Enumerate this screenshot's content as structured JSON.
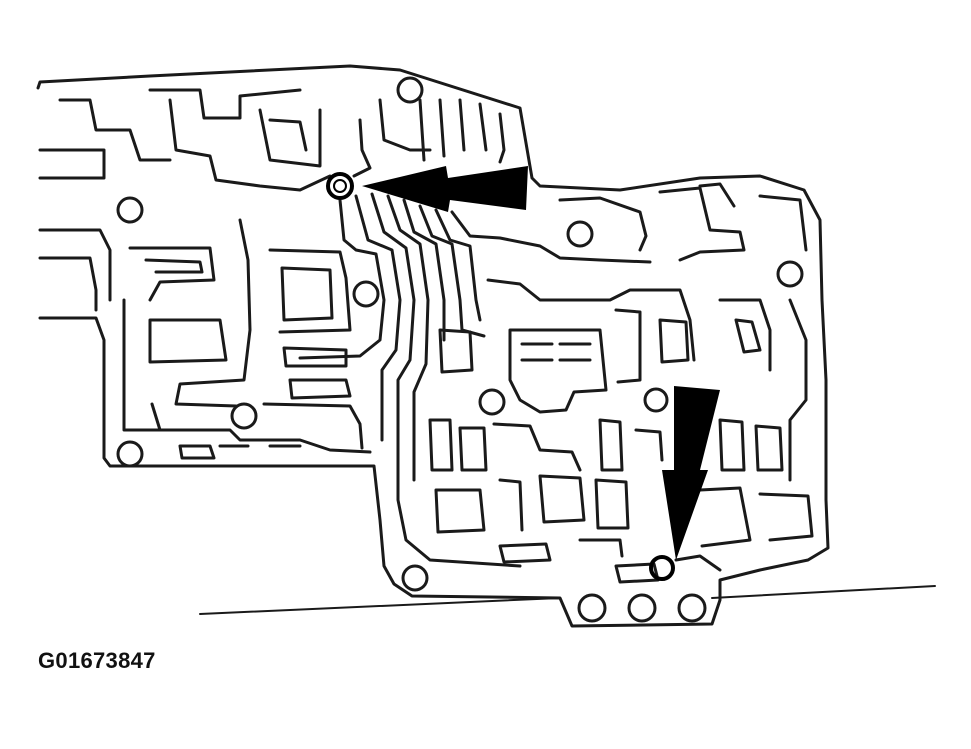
{
  "figure": {
    "code": "G01673847"
  },
  "colors": {
    "line": "#1a1a1a",
    "background": "#ffffff",
    "arrow": "#000000"
  },
  "diagram": {
    "subject": "valve-body-separator-plate",
    "callouts": [
      {
        "points_to": "upper-check-ball-location",
        "direction": "left"
      },
      {
        "points_to": "lower-check-ball-location",
        "direction": "down"
      }
    ]
  }
}
